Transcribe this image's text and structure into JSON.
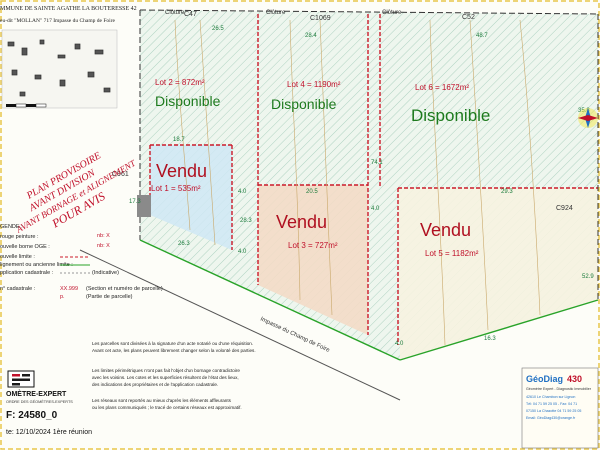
{
  "header": {
    "commune": "MMUNE DE SAINTE AGATHE LA BOUTERESSE 42",
    "lieu_dit": "eu-dit \"MOLLAN\" 717 Impasse du Champ de Foire"
  },
  "stamp": {
    "line1": "PLAN PROVISOIRE",
    "line2": "AVANT DIVISION",
    "line3": "AVANT BORNAGE et ALIGNEMENT",
    "line4": "POUR AVIS"
  },
  "parcels": {
    "c47": "C47",
    "c1069": "C1069",
    "c52": "C52",
    "c961": "C961",
    "c924": "C924",
    "cloture": "Clôture"
  },
  "lots": [
    {
      "label": "Lot 1 = 535m²",
      "status": "Vendu"
    },
    {
      "label": "Lot 2 = 872m²",
      "status": "Disponible"
    },
    {
      "label": "Lot 3 = 727m²",
      "status": "Vendu"
    },
    {
      "label": "Lot 4 = 1190m²",
      "status": "Disponible"
    },
    {
      "label": "Lot 5 = 1182m²",
      "status": "Vendu"
    },
    {
      "label": "Lot 6 = 1672m²",
      "status": "Disponible"
    }
  ],
  "dims": [
    "26.5",
    "28.4",
    "48.7",
    "18.7",
    "4.0",
    "4.0",
    "4.0",
    "28.3",
    "20.5",
    "29.3",
    "17.3",
    "26.3",
    "52.9",
    "35.8",
    "16.3",
    "74.1",
    "4.0"
  ],
  "road": "Impasse du Champ de Foire",
  "legend": {
    "title": "GENDE :",
    "items": [
      "rouge peinture :",
      "ouvelle borne OGE :",
      "ouvelle limite :",
      "lignement ou ancienne limite :",
      "pplication cadastrale :",
      "n° cadastrale :"
    ],
    "nb": [
      "nb: X",
      "nb: X"
    ],
    "indicative": "(Indicative)",
    "section_code": "XX.999",
    "section": "(Section et numéro de parcelle)",
    "p_code": "p.",
    "part": "(Partie de parcelle)"
  },
  "notes": [
    "Les parcelles sont divisées à la signature d'un acte notarié ou d'une réquisition.",
    "Avant cet acte, les plans peuvent librement changer selon la volonté des parties.",
    "Les limites périmétriques n'ont pas fait l'objet d'un bornage contradictoire",
    "avec les voisins. Les cotes et les superficies résultent de l'état des lieux,",
    "des indications des propriétaires et de l'application cadastrale.",
    "Les réseaux sont reportés au mieux d'après les éléments affleurants",
    "ou les plans communiqués ; le tracé de certains réseaux est approximatif."
  ],
  "footer": {
    "brand": "OMÈTRE-EXPERT",
    "brand_sub": "ORDRE DES GÉOMÈTRES-EXPERTS",
    "ref": "F: 24580_0",
    "date": "te: 12/10/2024 1ère réunion"
  },
  "company": {
    "name": "GéoDiag",
    "num": "430",
    "sub": "Géomètre Expert - Diagnostic Immobilier",
    "lines": [
      "42610 Le Chambon sur Lignon",
      "Tél: 04 71 59 25 05 - Fax: 04 71",
      "07150 La Chazotte 04 71 59 25 05",
      "Email: GéoDiag430@orange.fr"
    ]
  }
}
